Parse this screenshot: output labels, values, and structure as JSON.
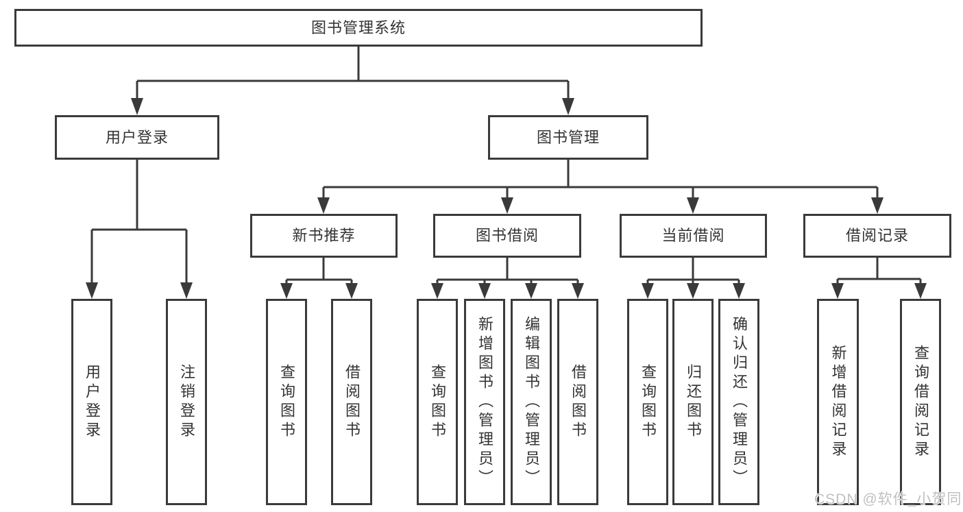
{
  "diagram": {
    "root": {
      "label": "图书管理系统"
    },
    "branches": [
      {
        "label": "用户登录",
        "children": [
          {
            "label": "用户登录"
          },
          {
            "label": "注销登录"
          }
        ]
      },
      {
        "label": "图书管理",
        "children": [
          {
            "label": "新书推荐",
            "children": [
              {
                "label": "查询图书"
              },
              {
                "label": "借阅图书"
              }
            ]
          },
          {
            "label": "图书借阅",
            "children": [
              {
                "label": "查询图书"
              },
              {
                "label": "新增图书（管理员）"
              },
              {
                "label": "编辑图书（管理员）"
              },
              {
                "label": "借阅图书"
              }
            ]
          },
          {
            "label": "当前借阅",
            "children": [
              {
                "label": "查询图书"
              },
              {
                "label": "归还图书"
              },
              {
                "label": "确认归还（管理员）"
              }
            ]
          },
          {
            "label": "借阅记录",
            "children": [
              {
                "label": "新增借阅记录"
              },
              {
                "label": "查询借阅记录"
              }
            ]
          }
        ]
      }
    ]
  },
  "watermark": "CSDN @软件_小贺同学",
  "colors": {
    "line": "#3a3a3a",
    "box_border": "#3a3a3a",
    "box_fill": "#ffffff",
    "text": "#333333",
    "watermark": "#c0c0c0",
    "background": "#ffffff"
  }
}
